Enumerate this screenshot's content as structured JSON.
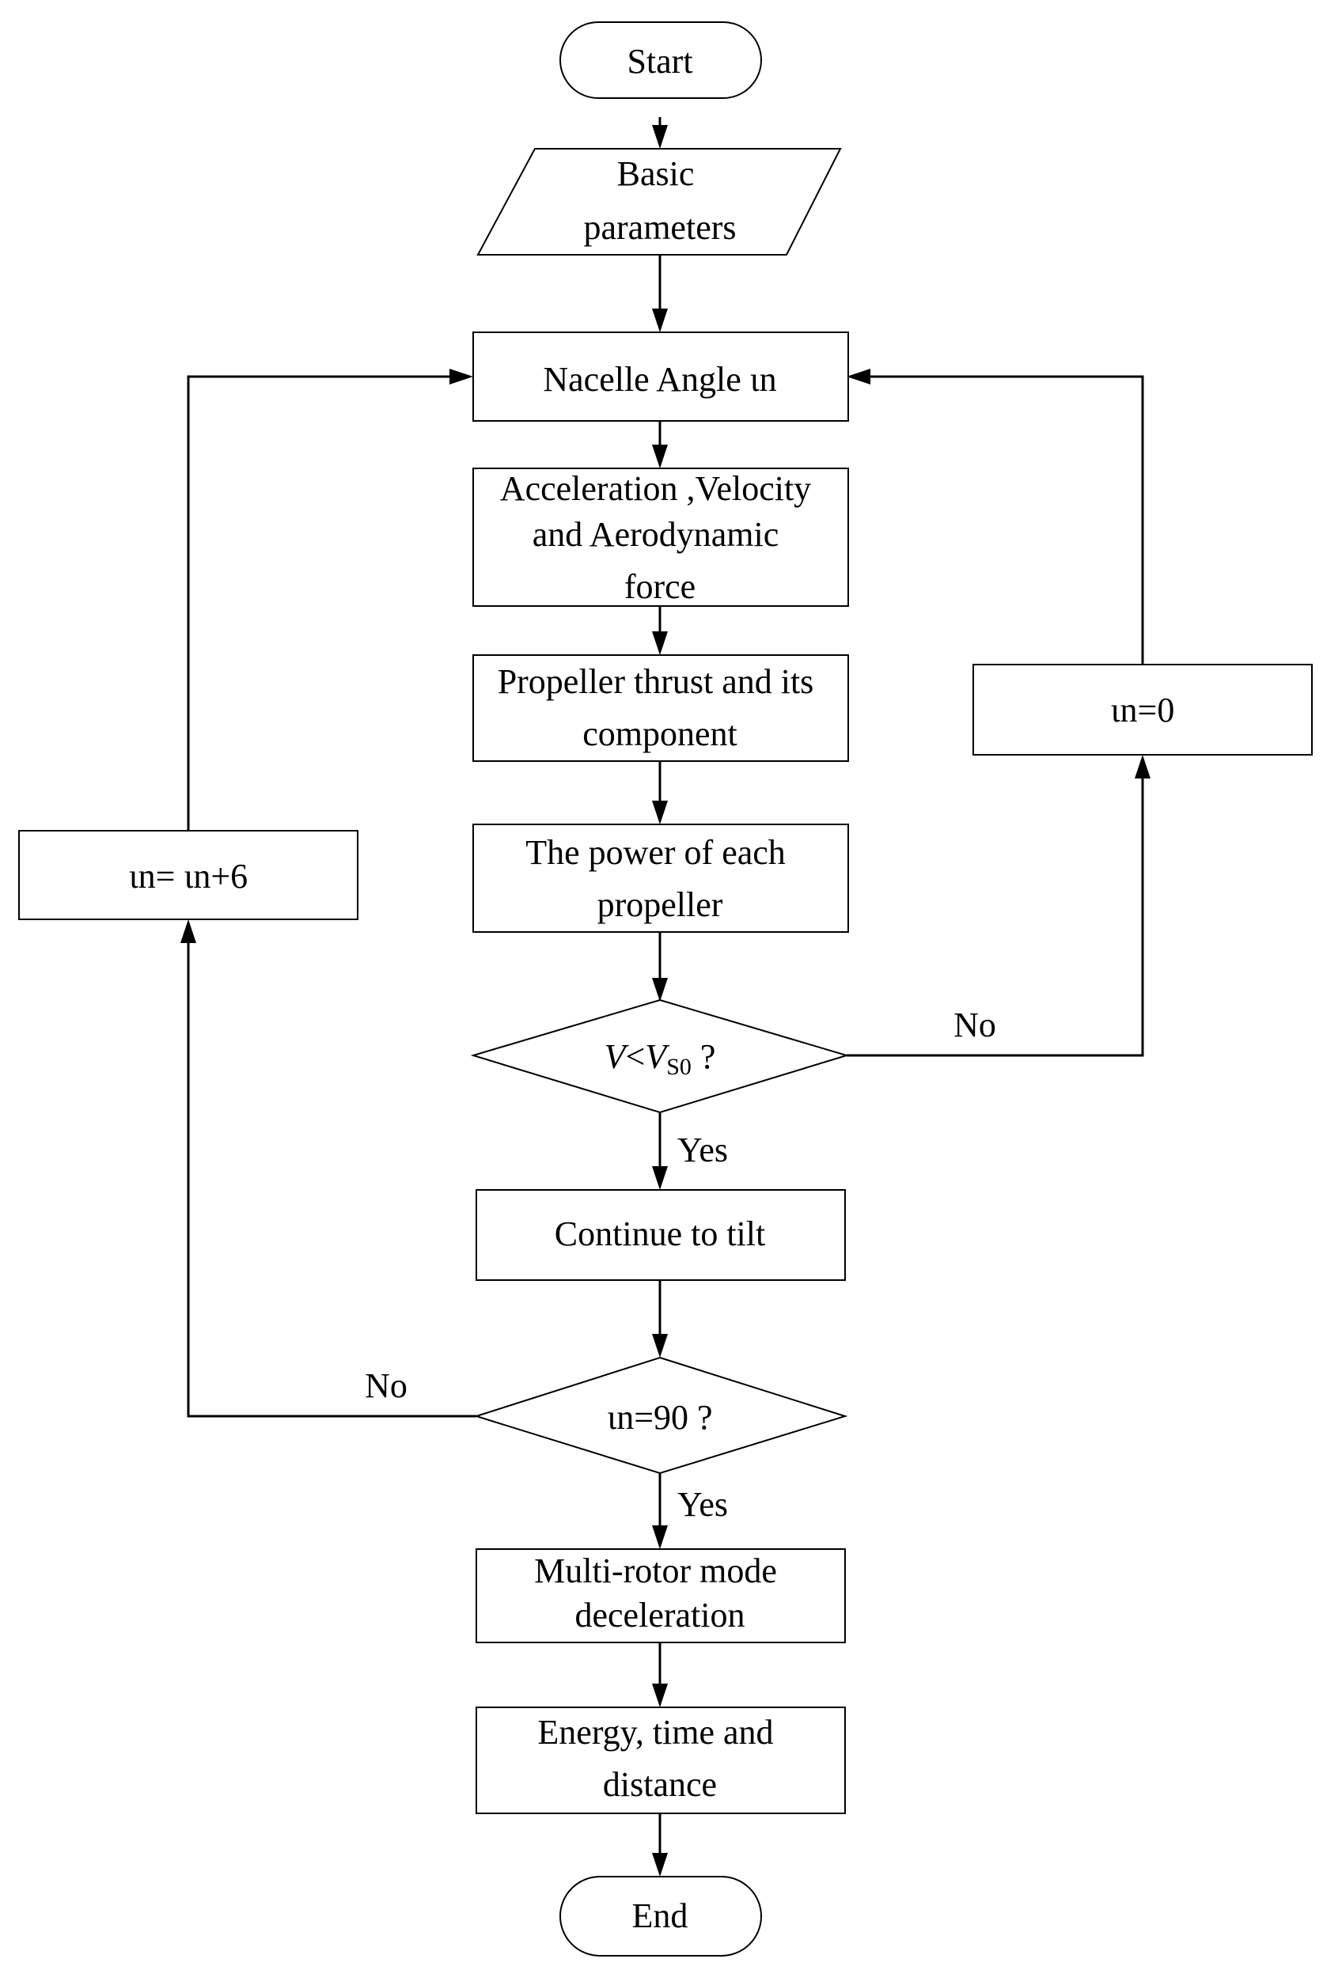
{
  "nodes": {
    "start": {
      "lines": [
        "Start"
      ]
    },
    "basic_params": {
      "lines": [
        "Basic",
        "parameters"
      ]
    },
    "nacelle_angle": {
      "lines": [
        "Nacelle Angle  ιn"
      ]
    },
    "accel": {
      "lines": [
        "Acceleration ,Velocity",
        "and Aerodynamic",
        "force"
      ]
    },
    "thrust": {
      "lines": [
        "Propeller thrust and its",
        "component"
      ]
    },
    "power": {
      "lines": [
        "The power of each",
        "propeller"
      ]
    },
    "decision_v": {
      "var": "V",
      "lt": "<",
      "var2": "V",
      "sub": "S0",
      "q": " ?"
    },
    "continue_tilt": {
      "lines": [
        "Continue to tilt"
      ]
    },
    "decision_in": {
      "lines": [
        "ιn=90  ?"
      ]
    },
    "multirotor": {
      "lines": [
        "Multi-rotor mode",
        "deceleration"
      ]
    },
    "energy": {
      "lines": [
        "Energy, time and",
        "distance"
      ]
    },
    "end": {
      "lines": [
        "End"
      ]
    },
    "in_increment": {
      "lines": [
        "ιn= ιn+6"
      ]
    },
    "in_zero": {
      "lines": [
        "ιn=0"
      ]
    }
  },
  "edge_labels": {
    "v_no": "No",
    "v_yes": "Yes",
    "in_no": "No",
    "in_yes": "Yes"
  }
}
